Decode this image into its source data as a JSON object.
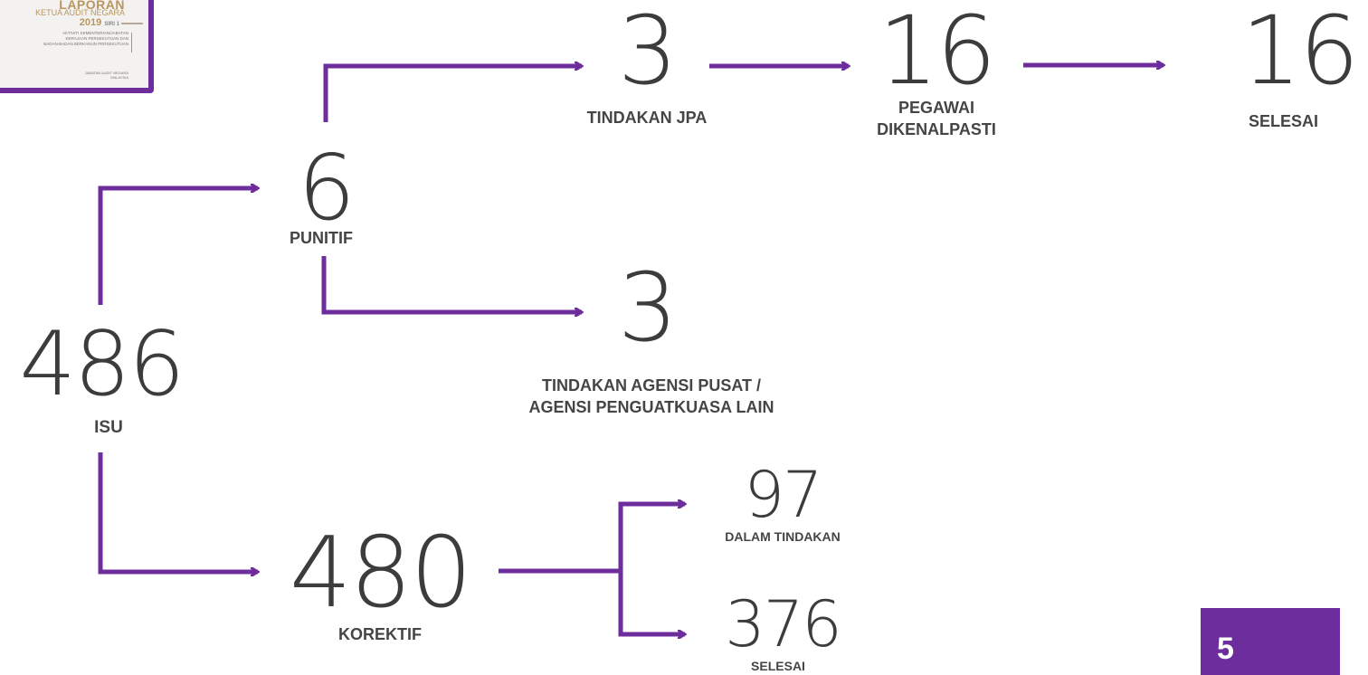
{
  "cover": {
    "title": "LAPORAN",
    "subtitle": "KETUA AUDIT NEGARA",
    "year": "2019",
    "series": "SIRI 1",
    "desc_line1": "AKTIVITI KEMENTERIAN/JABATAN",
    "desc_line2": "KERAJAAN PERSEKUTUAN DAN",
    "desc_line3": "BADAN-BADAN BERKANUN PERSEKUTUAN",
    "org_line1": "JABATAN AUDIT NEGARA",
    "org_line2": "MALAYSIA"
  },
  "nodes": {
    "isu": {
      "value": "486",
      "label": "ISU"
    },
    "punitif": {
      "value": "6",
      "label": "PUNITIF"
    },
    "korektif": {
      "value": "480",
      "label": "KOREKTIF"
    },
    "tindakan_jpa": {
      "value": "3",
      "label": "TINDAKAN JPA"
    },
    "pegawai": {
      "value": "16",
      "label_line1": "PEGAWAI",
      "label_line2": "DIKENALPASTI"
    },
    "selesai_top": {
      "value": "16",
      "label": "SELESAI"
    },
    "tindakan_agensi": {
      "value": "3",
      "label_line1": "TINDAKAN AGENSI PUSAT /",
      "label_line2": "AGENSI PENGUATKUASA LAIN"
    },
    "dalam_tindakan": {
      "value": "97",
      "label": "DALAM TINDAKAN"
    },
    "selesai_bottom": {
      "value": "376",
      "label": "SELESAI"
    }
  },
  "page_number": "5",
  "colors": {
    "accent": "#6d2d9c",
    "text": "#3c3c3c"
  }
}
